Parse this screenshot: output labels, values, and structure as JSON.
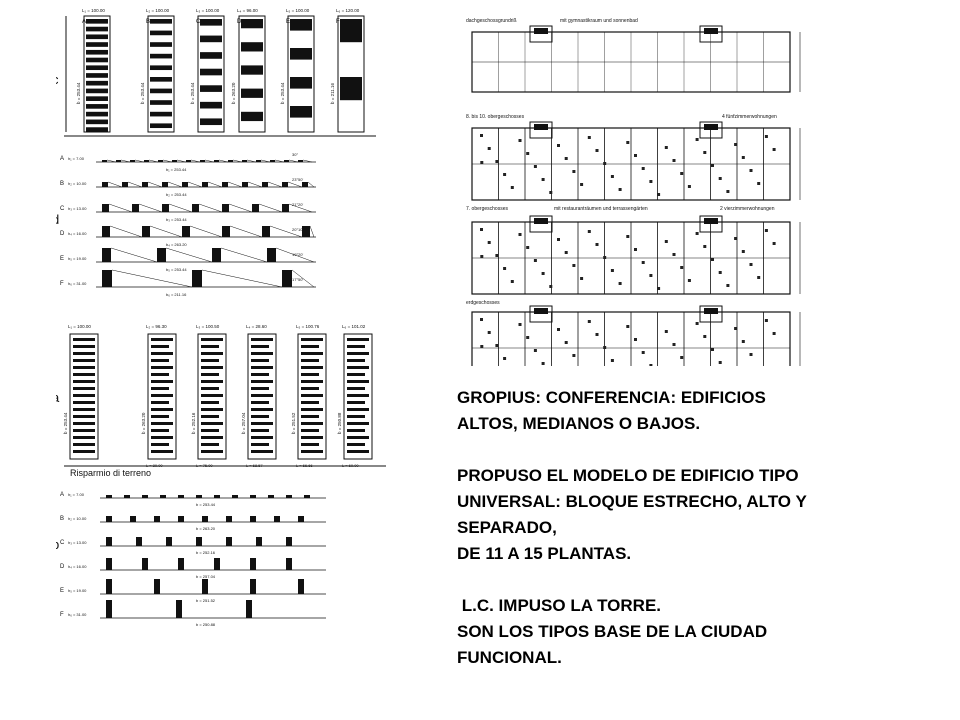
{
  "slide": {
    "caption": {
      "line1": "GROPIUS: CONFERENCIA: EDIFICIOS",
      "line2": "ALTOS, MEDIANOS O BAJOS.",
      "line3": "PROPUSO EL MODELO DE EDIFICIO TIPO",
      "line4": "UNIVERSAL: BLOQUE ESTRECHO, ALTO Y",
      "line5": "SEPARADO,",
      "line6": "DE 11 A 15 PLANTAS.",
      "line7": " L.C. IMPUSO LA TORRE.",
      "line8": "SON LOS TIPOS BASE DE LA CIUDAD",
      "line9": "FUNCIONAL."
    }
  },
  "left_figure": {
    "section_c": "c",
    "section_d": "d",
    "section_a": "a",
    "section_b": "b",
    "label_c_height": "b₁ = 253.44",
    "ahorro": "Risparmio di terreno",
    "row_c_labels": [
      "A",
      "B",
      "C",
      "D",
      "E",
      "F"
    ],
    "row_c_tops": [
      "L₁ = 100.00",
      "L₂ = 100.00",
      "L₃ = 100.00",
      "L₄ = 96.00",
      "L₅ = 100.00",
      "L₆ = 120.00"
    ],
    "row_c_b": [
      "b = 253.44",
      "b = 253.44",
      "b = 253.44",
      "b = 263.20",
      "b = 253.44",
      "b = 211.16"
    ],
    "row_a_tops": [
      "L₁ = 100.00",
      "L₂ = 96.30",
      "L₃ = 100.50",
      "L₄ = 28.60",
      "L₅ = 100.76",
      "L₆ = 101.02"
    ],
    "row_a_b": [
      "b = 253.44",
      "b = 263.20",
      "b = 252.16",
      "b = 257.04",
      "b = 251.52",
      "b = 250.88"
    ],
    "row_a_bottoms": [
      "L = 80.00",
      "L = 75.00",
      "L = 68.57",
      "L = 66.66",
      "L = 60.00"
    ],
    "d_labels": [
      "A",
      "B",
      "C",
      "D",
      "E",
      "F"
    ],
    "d_heights": [
      "h₁ = 7.00",
      "h₂ = 10.00",
      "h₃ = 13.00",
      "h₄ = 16.00",
      "h₅ = 19.00",
      "h₆ = 31.00"
    ],
    "d_dims": [
      "b₁ = 253.44",
      "b₂ = 253.44",
      "b₃ = 253.44",
      "b₄ = 263.20",
      "b₅ = 253.44",
      "b₆ = 211.16"
    ],
    "d_angles": [
      "30°",
      "23°50'",
      "21°20'",
      "20°10'",
      "19°20'",
      "17°50'"
    ],
    "b_dims": [
      "b = 253.44",
      "b = 263.20",
      "b = 252.16",
      "b = 257.04",
      "b = 251.52",
      "b = 250.88"
    ]
  },
  "right_figure": {
    "plan1_title": "dachgeschossgrundriß",
    "plan1_sub": "mit gymnastikraum und sonnenbad",
    "plan2_title": "8. bis 10. obergeschosses",
    "plan2_sub": "4 fünfzimmerwohnungen",
    "plan3_title": "7. obergeschosses",
    "plan3_sub": "mit restauranträumen und terrassengärten",
    "plan3_sub2": "2 vierzimmerwohnungen",
    "plan4_title": "erdgeschosses"
  }
}
